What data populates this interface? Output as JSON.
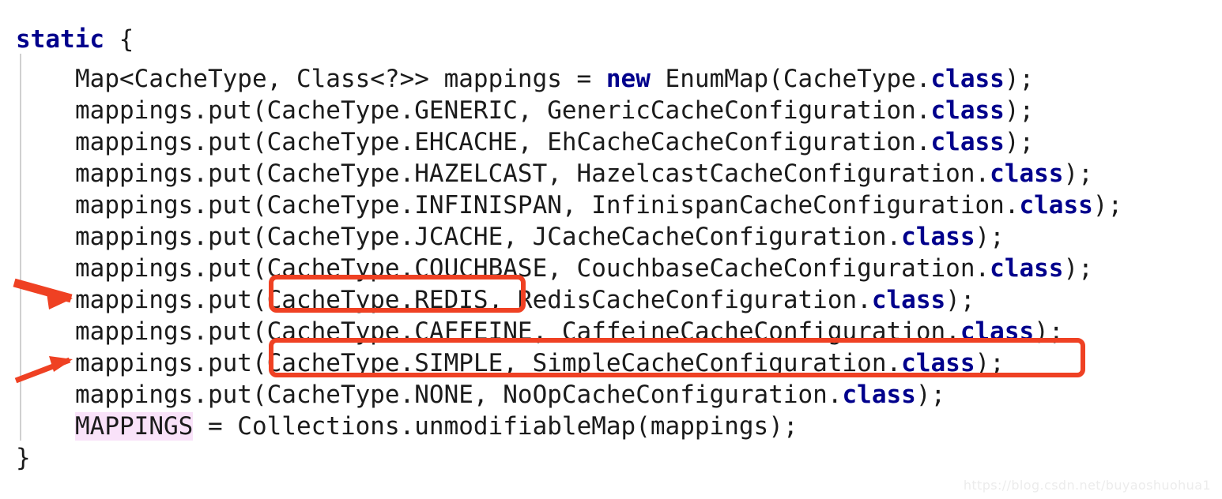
{
  "editor": {
    "background_color": "#ffffff",
    "text_color": "#1b1b1b",
    "keyword_color": "#00008c",
    "highlight_color": "#f9e2f9",
    "annotation_color": "#ef4123",
    "indent_guide_color": "#d0d0d0"
  },
  "code": {
    "line_01": "static {",
    "line_02_indent": "    ",
    "line_02_a": "Map<CacheType, Class<?>> mappings = ",
    "line_02_kw": "new",
    "line_02_b": " EnumMap(CacheType.",
    "line_02_kw2": "class",
    "line_02_c": ");",
    "line_03_a": "mappings.put(CacheType.GENERIC, GenericCacheConfiguration.",
    "line_03_kw": "class",
    "line_03_b": ");",
    "line_04_a": "mappings.put(CacheType.EHCACHE, EhCacheCacheConfiguration.",
    "line_04_kw": "class",
    "line_04_b": ");",
    "line_05_a": "mappings.put(CacheType.HAZELCAST, HazelcastCacheConfiguration.",
    "line_05_kw": "class",
    "line_05_b": ");",
    "line_06_a": "mappings.put(CacheType.INFINISPAN, InfinispanCacheConfiguration.",
    "line_06_kw": "class",
    "line_06_b": ");",
    "line_07_a": "mappings.put(CacheType.JCACHE, JCacheCacheConfiguration.",
    "line_07_kw": "class",
    "line_07_b": ");",
    "line_08_a": "mappings.put(CacheType.COUCHBASE, CouchbaseCacheConfiguration.",
    "line_08_kw": "class",
    "line_08_b": ");",
    "line_09_a": "mappings.put(CacheType.REDIS, RedisCacheConfiguration.",
    "line_09_kw": "class",
    "line_09_b": ");",
    "line_10_a": "mappings.put(CacheType.CAFFEINE, CaffeineCacheConfiguration.",
    "line_10_kw": "class",
    "line_10_b": ");",
    "line_11_a": "mappings.put(CacheType.SIMPLE, SimpleCacheConfiguration.",
    "line_11_kw": "class",
    "line_11_b": ");",
    "line_12_a": "mappings.put(CacheType.NONE, NoOpCacheConfiguration.",
    "line_12_kw": "class",
    "line_12_b": ");",
    "line_13_hl": "MAPPINGS",
    "line_13_rest": " = Collections.unmodifiableMap(mappings);",
    "line_14": "}",
    "static_keyword": "static",
    "static_brace": " {"
  },
  "annotations": {
    "box_1_target": "CacheType.REDIS",
    "box_2_target": "(CacheType.SIMPLE, SimpleCacheConfiguration.class);",
    "arrow_1_label": "arrow-pointing-to-redis-line",
    "arrow_2_label": "arrow-pointing-to-simple-line"
  },
  "watermark": {
    "text": "https://blog.csdn.net/buyaoshuohua1"
  }
}
